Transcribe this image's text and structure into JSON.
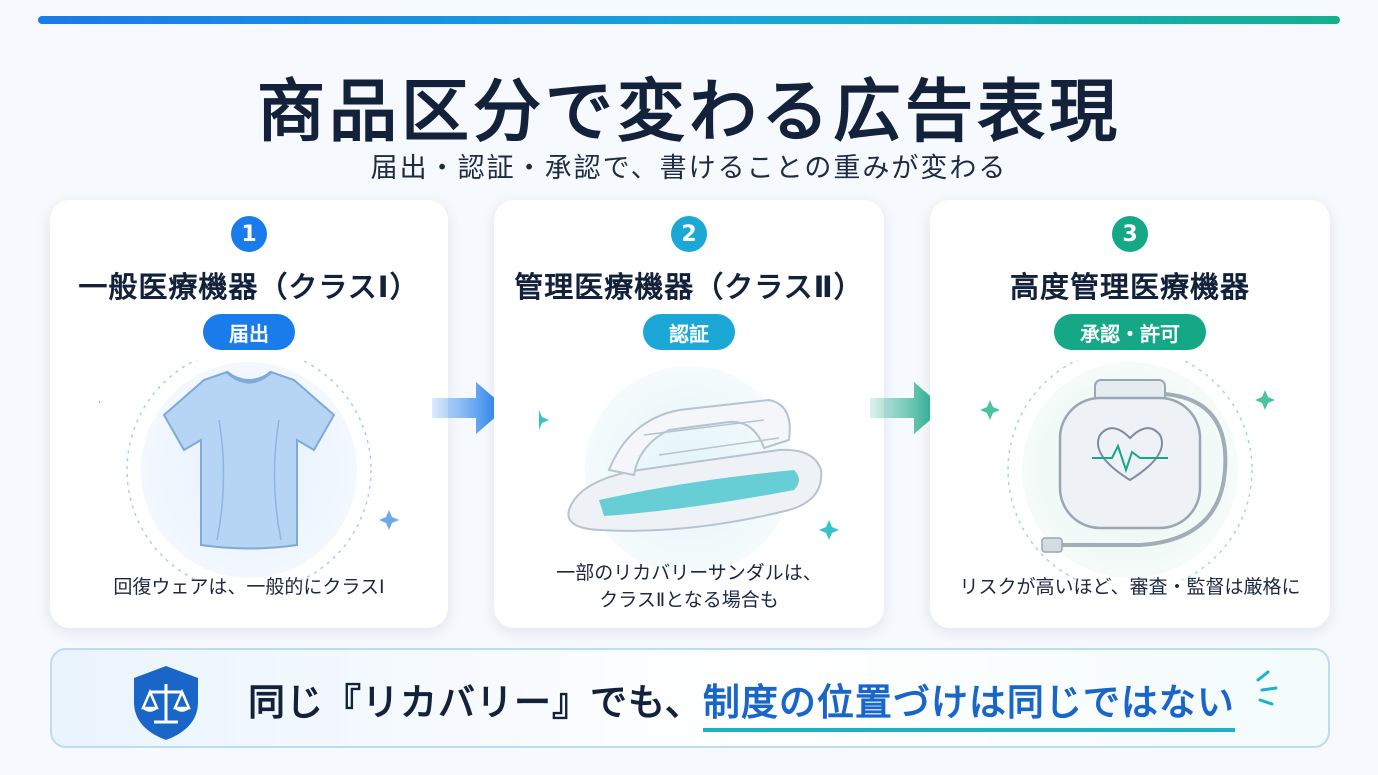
{
  "header": {
    "title": "商品区分で変わる広告表現",
    "subtitle": "届出・認証・承認で、書けることの重みが変わる"
  },
  "cards": [
    {
      "number": "1",
      "title": "一般医療機器（クラスⅠ）",
      "badge": "届出",
      "caption_line1": "回復ウェアは、一般的にクラスⅠ",
      "caption_line2": "",
      "color": "#1a7bea",
      "illustration": "t-shirt-icon"
    },
    {
      "number": "2",
      "title": "管理医療機器（クラスⅡ）",
      "badge": "認証",
      "caption_line1": "一部のリカバリーサンダルは、",
      "caption_line2": "クラスⅡとなる場合も",
      "color": "#1ca8d6",
      "illustration": "sandal-icon"
    },
    {
      "number": "3",
      "title": "高度管理医療機器",
      "badge": "承認・許可",
      "caption_line1": "リスクが高いほど、審査・監督は厳格に",
      "caption_line2": "",
      "color": "#15a886",
      "illustration": "pacemaker-icon"
    }
  ],
  "bottom": {
    "text_plain": "同じ『リカバリー』でも、",
    "text_highlight": "制度の位置づけは同じではない",
    "icon": "shield-scales-icon"
  },
  "colors": {
    "blue": "#1a7bea",
    "cyan": "#1ca8d6",
    "green": "#15a886",
    "navy": "#13213b"
  }
}
